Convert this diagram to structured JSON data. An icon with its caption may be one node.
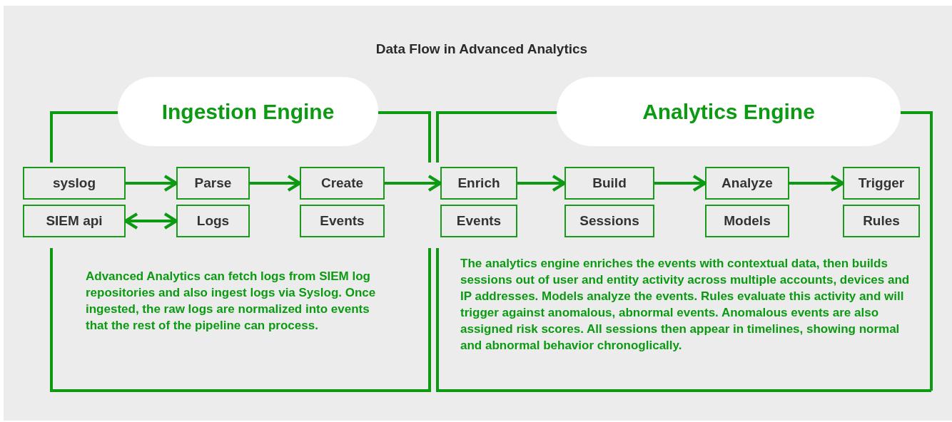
{
  "diagram": {
    "title": "Data Flow in Advanced Analytics",
    "nodes": [
      {
        "text": [
          "Ingestion Engine",
          "Advanced Analytics can fetch logs from SIEM log repositories and also ingest logs via Syslog. Once ingested, the raw logs are normalized into events that the rest of the pipeline can process."
        ]
      },
      {
        "text": [
          "syslog"
        ]
      },
      {
        "text": [
          "SIEM api"
        ]
      },
      {
        "text": [
          "Parse"
        ],
        "in": 0
      },
      {
        "text": [
          "Logs"
        ],
        "in": 0
      },
      {
        "text": [
          "Create"
        ],
        "in": 0
      },
      {
        "text": [
          "Events"
        ],
        "in": 0
      },
      {
        "text": [
          "Analytics Engine",
          "The analytics engine enriches the events with contextual data, then builds sessions out of user and entity activity across multiple accounts, devices and IP addresses. Models analyze the events. Rules evaluate this activity and will trigger against anomalous, abnormal events. Anomalous events are also assigned risk scores. All sessions then appear in timelines, showing normal and abnormal behavior chronoglically."
        ]
      },
      {
        "text": [
          "Enrich"
        ],
        "in": 7
      },
      {
        "text": [
          "Events"
        ],
        "in": 7
      },
      {
        "text": [
          "Build"
        ],
        "in": 7
      },
      {
        "text": [
          "Sessions"
        ],
        "in": 7
      },
      {
        "text": [
          "Analyze"
        ],
        "in": 7
      },
      {
        "text": [
          "Models"
        ],
        "in": 7
      },
      {
        "text": [
          "Trigger"
        ],
        "in": 7
      },
      {
        "text": [
          "Rules"
        ],
        "in": 7
      }
    ],
    "edges": [
      {
        "from": 1,
        "to": 3,
        "arrow": "to"
      },
      {
        "from": 2,
        "to": 4,
        "arrow": "both"
      },
      {
        "from": 3,
        "to": 5,
        "arrow": "to"
      },
      {
        "from": 5,
        "to": 8,
        "arrow": "to"
      },
      {
        "from": 8,
        "to": 10,
        "arrow": "to"
      },
      {
        "from": 10,
        "to": 12,
        "arrow": "to"
      },
      {
        "from": 12,
        "to": 14,
        "arrow": "to"
      }
    ]
  }
}
